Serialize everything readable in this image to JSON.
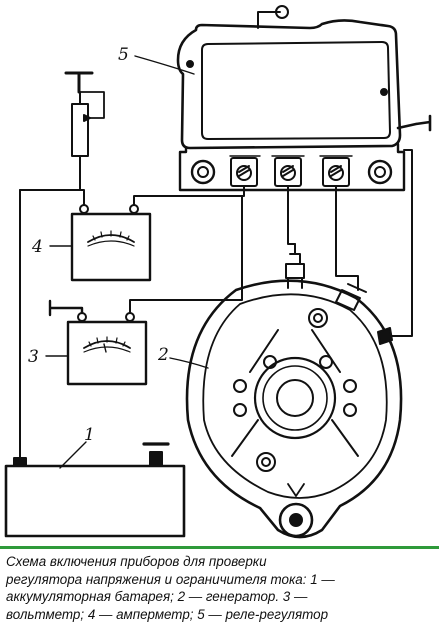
{
  "labels": {
    "battery": "1",
    "generator": "2",
    "voltmeter": "3",
    "ammeter": "4",
    "regulator": "5"
  },
  "caption": {
    "lines": [
      "Схема включения приборов для проверки",
      "регулятора напряжения и ограничителя тока: 1 —",
      "аккумуляторная батарея; 2 — генератор. 3 —",
      "вольтметр; 4 — амперметр; 5 — реле-регулятор"
    ]
  },
  "colors": {
    "ink": "#111111",
    "caption_rule": "#2e9a3a"
  }
}
